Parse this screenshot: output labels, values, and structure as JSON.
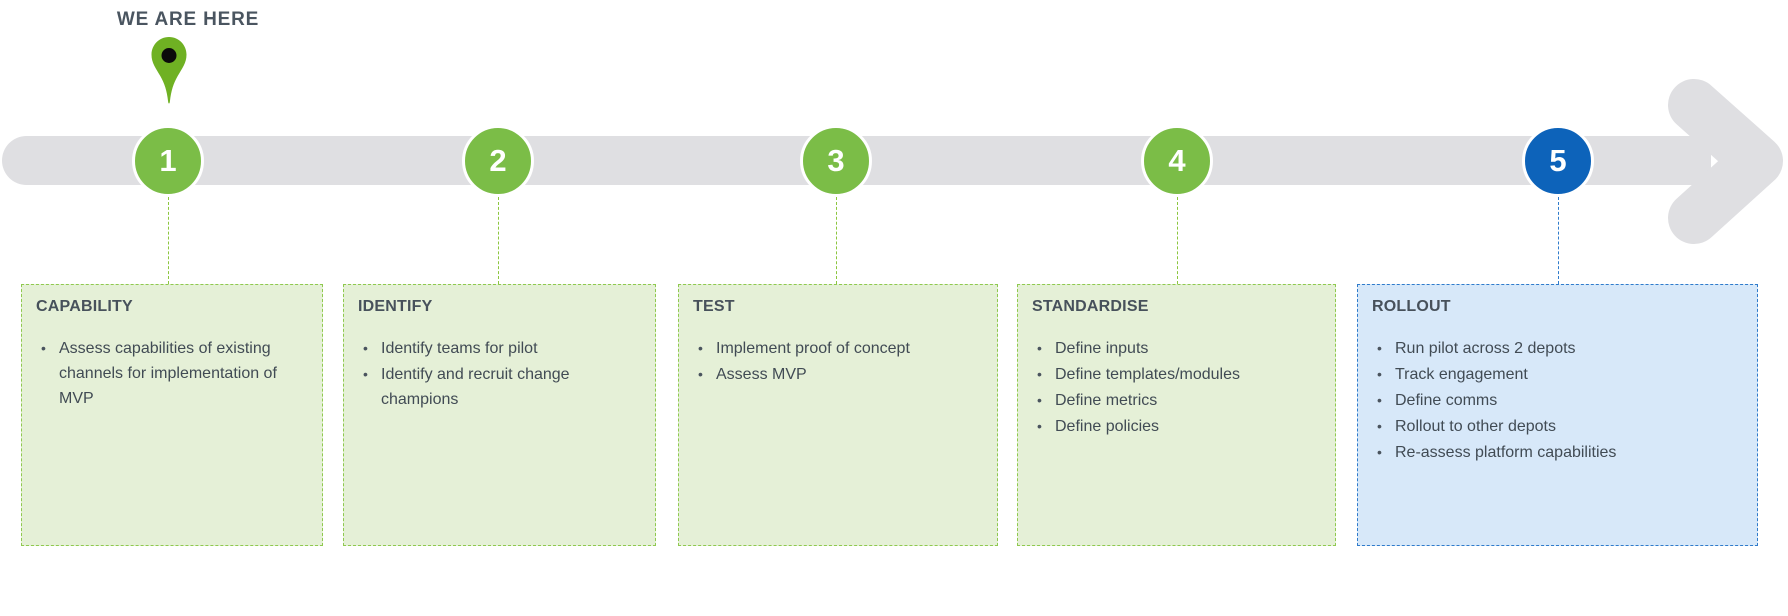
{
  "marker": {
    "label": "WE ARE HERE"
  },
  "timeline": {
    "steps": [
      {
        "number": "1"
      },
      {
        "number": "2"
      },
      {
        "number": "3"
      },
      {
        "number": "4"
      },
      {
        "number": "5"
      }
    ]
  },
  "stages": [
    {
      "title": "CAPABILITY",
      "bullets": [
        "Assess capabilities of existing channels for implementation of MVP"
      ]
    },
    {
      "title": "IDENTIFY",
      "bullets": [
        "Identify teams for pilot",
        "Identify and recruit change champions"
      ]
    },
    {
      "title": "TEST",
      "bullets": [
        "Implement proof of concept",
        "Assess MVP"
      ]
    },
    {
      "title": "STANDARDISE",
      "bullets": [
        "Define inputs",
        "Define templates/modules",
        "Define metrics",
        "Define policies"
      ]
    },
    {
      "title": "ROLLOUT",
      "bullets": [
        "Run pilot across 2 depots",
        "Track engagement",
        "Define comms",
        "Rollout to other depots",
        "Re-assess platform capabilities"
      ]
    }
  ],
  "colors": {
    "step_green": "#7BBD47",
    "pin_green": "#6FB123",
    "step_blue": "#0D63BA",
    "track_gray": "#DFDFE2",
    "stage_green_bg": "#E5F0D7",
    "stage_green_border": "#8FC94F",
    "stage_blue_bg": "#D7E8F9",
    "stage_blue_border": "#2F7BCB",
    "text_dark": "#47515B"
  }
}
